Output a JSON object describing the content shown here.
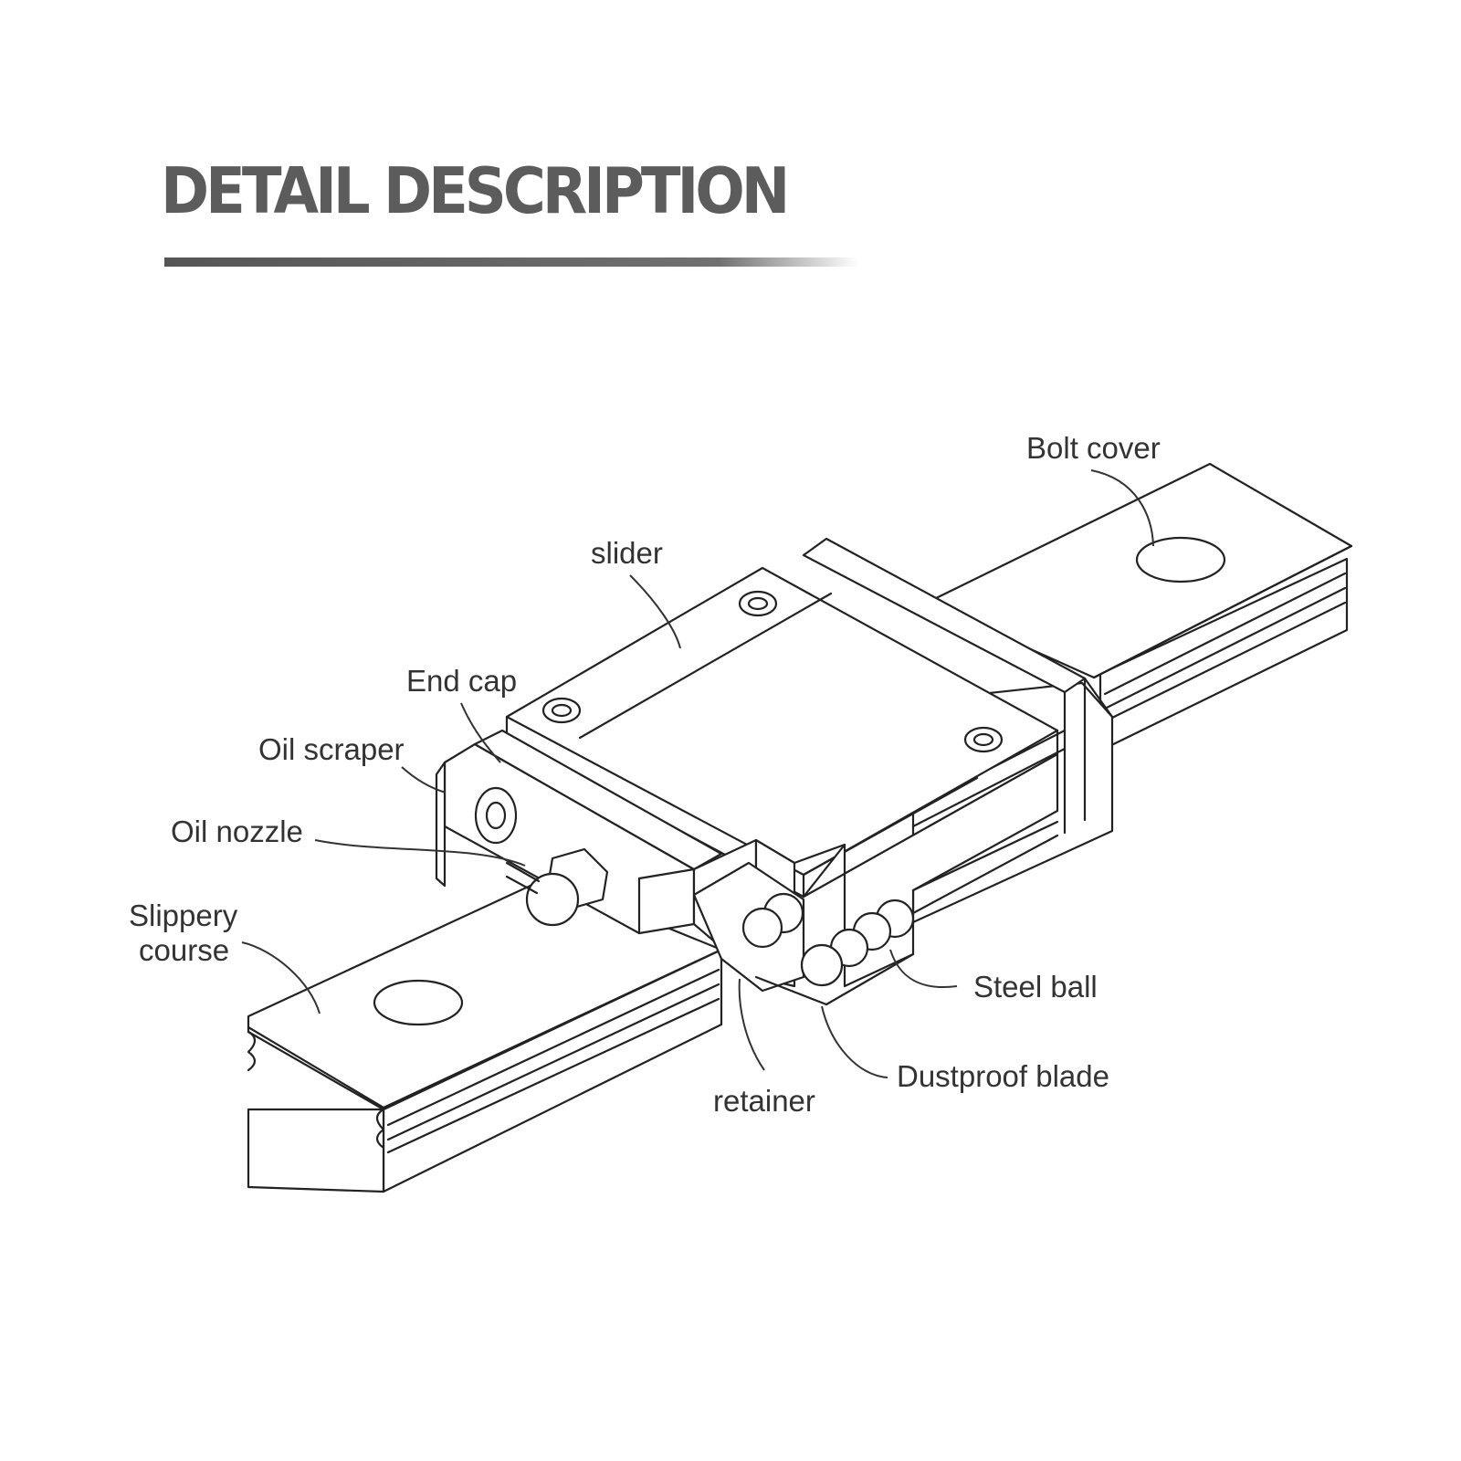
{
  "heading": {
    "title": "DETAIL DESCRIPTION",
    "accent_color": "#5c5c5c"
  },
  "labels": {
    "bolt_cover": "Bolt cover",
    "slider": "slider",
    "end_cap": "End cap",
    "oil_scraper": "Oil scraper",
    "oil_nozzle": "Oil nozzle",
    "slippery_course_1": "Slippery",
    "slippery_course_2": "course",
    "steel_ball": "Steel ball",
    "dustproof_blade": "Dustproof blade",
    "retainer": "retainer"
  }
}
